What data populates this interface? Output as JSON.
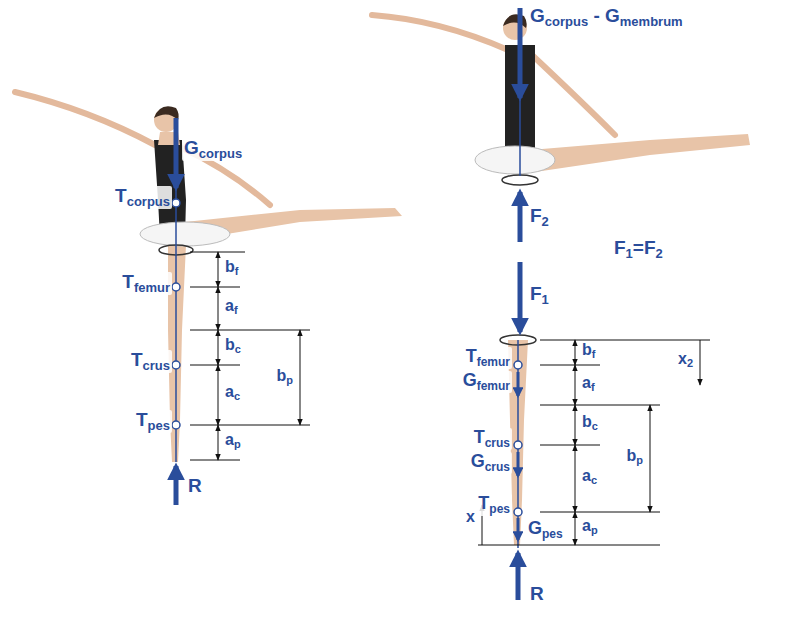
{
  "diagram": {
    "labels": [
      "Gcorpus",
      "Tcorpus",
      "Tfemur",
      "bf",
      "af",
      "Tcrus",
      "bc",
      "ac",
      "bp",
      "Tpes",
      "ap",
      "R",
      "Gcorpus - Gmembrum",
      "F2",
      "F1=F2",
      "F1",
      "Tfemur",
      "bf",
      "x2",
      "Gfemur",
      "af",
      "Tcrus",
      "bc",
      "Gcrus",
      "ac",
      "bp",
      "Tpes",
      "ap",
      "x",
      "Gpes",
      "R"
    ]
  }
}
